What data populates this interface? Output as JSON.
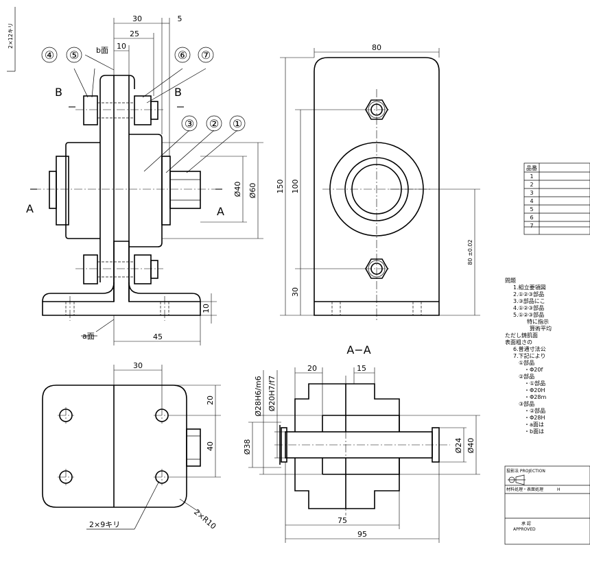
{
  "dims": {
    "top_30": "30",
    "top_5": "5",
    "top_25": "25",
    "top_10": "10",
    "dia40": "Ø40",
    "dia60": "Ø60",
    "h10": "10",
    "w45": "45",
    "side_150": "150",
    "side_100": "100",
    "side_30": "30",
    "side_80w": "80",
    "side_80tol": "80 ±0.02",
    "plan_30": "30",
    "plan_20": "20",
    "plan_40": "40",
    "sec_20": "20",
    "sec_15": "15",
    "sec_d28": "Ø28H6/m6",
    "sec_d20": "Ø20H7/f7",
    "sec_d38": "Ø38",
    "sec_d24": "Ø24",
    "sec_d40": "Ø40",
    "sec_75": "75",
    "sec_95": "95"
  },
  "labels": {
    "b_face": "b面",
    "a_face": "a面",
    "sec_B_left": "B",
    "sec_B_right": "B",
    "sec_A_left": "A",
    "sec_A_right": "A",
    "view_AA": "A−A",
    "holes_12": "2×12キリ",
    "holes_9": "2×9キリ",
    "radius": "2×R10"
  },
  "balloons": [
    "④",
    "⑤",
    "⑥",
    "⑦",
    "③",
    "②",
    "①"
  ],
  "parts_table": {
    "header": "品番",
    "rows": [
      "1",
      "2",
      "3",
      "4",
      "5",
      "6",
      "7"
    ]
  },
  "problem": {
    "title": "問題",
    "lines": [
      "1.組立要領図",
      "2.①②③部品",
      "3.③部品にこ",
      "4.①②③部品",
      "5.①②③部品",
      "特に指示",
      "算術平均",
      "ただし鋳肌面",
      "表面粗さの",
      "6.普通寸法公",
      "7.下記により",
      "①部品",
      "・Φ20f",
      "②部品",
      "・①部品",
      "・Φ20H",
      "・Φ28m",
      "③部品",
      "・②部品",
      "・Φ28H",
      "・a面は",
      "・b面は"
    ]
  },
  "title_block": {
    "projection": "投影法 PROJECTION",
    "material": "材料処理・表面処理",
    "material_suffix": "H",
    "approved_jp": "承 認",
    "approved_en": "APPROVED"
  }
}
